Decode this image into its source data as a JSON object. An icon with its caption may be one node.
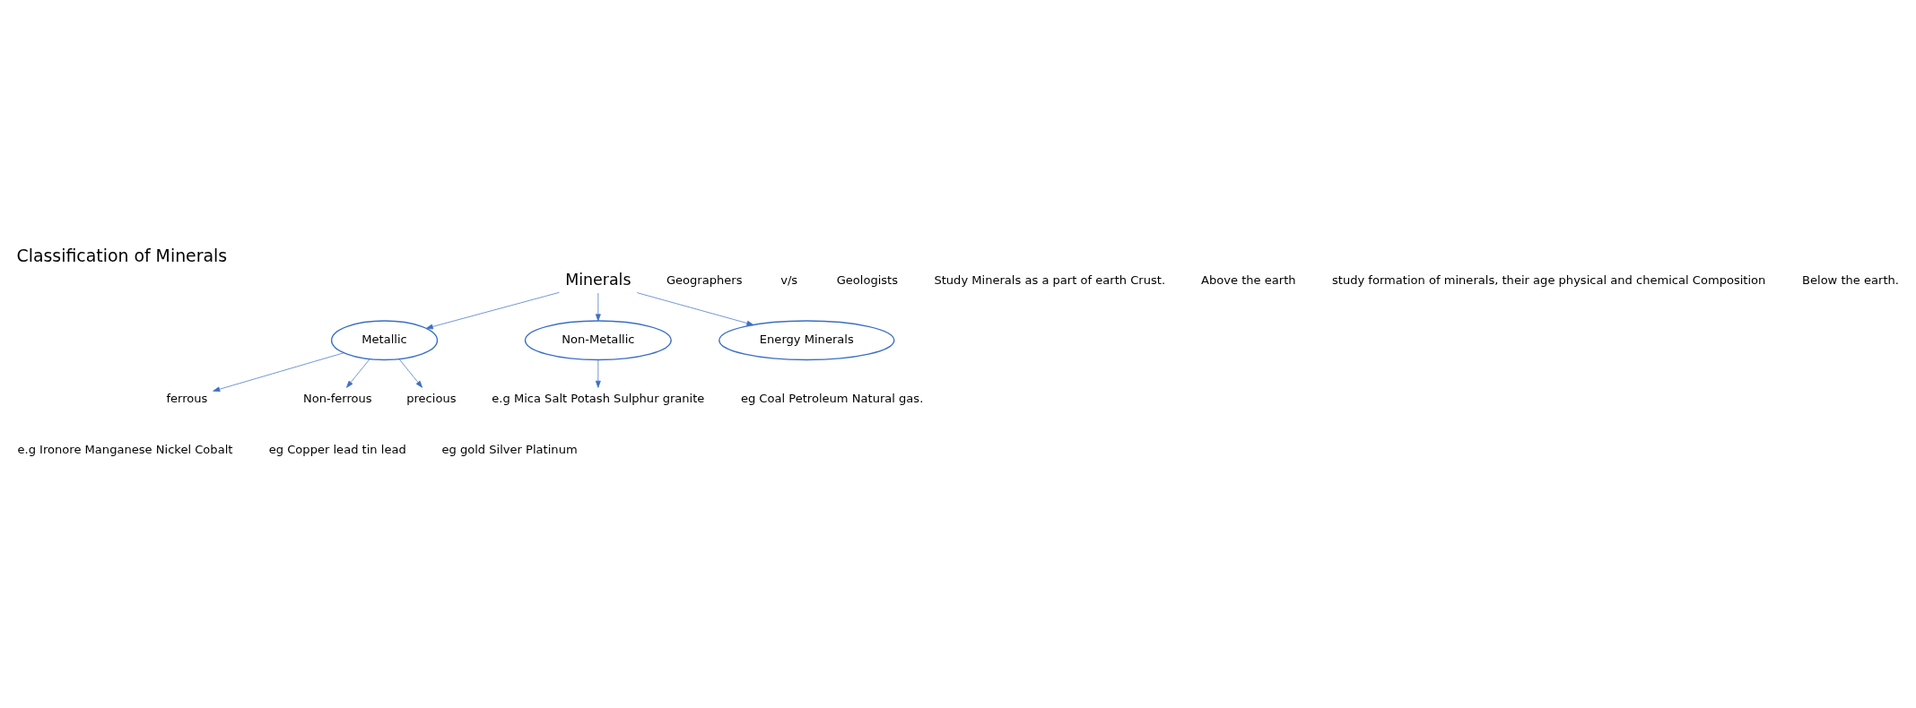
{
  "diagram": {
    "title": "Classification of Minerals",
    "nodes": [
      {
        "text": [
          "Minerals"
        ]
      },
      {
        "text": [
          "Metallic"
        ]
      },
      {
        "text": [
          "Non-Metallic"
        ]
      },
      {
        "text": [
          "Energy Minerals"
        ],
        "beside": [
          "eg Coal Petroleum Natural gas."
        ]
      },
      {
        "text": [
          "ferrous"
        ],
        "beside": [
          "e.g Ironore Manganese Nickel Cobalt"
        ]
      },
      {
        "text": [
          "Non-ferrous"
        ],
        "beside": [
          "eg Copper lead tin lead"
        ]
      },
      {
        "text": [
          "precious"
        ],
        "beside": [
          "eg gold Silver Platinum"
        ]
      },
      {
        "text": [
          "e.g Mica Salt Potash Sulphur granite"
        ]
      }
    ],
    "edges": [
      {
        "from": 0,
        "to": 1,
        "arrow": "to"
      },
      {
        "from": 0,
        "to": 2,
        "arrow": "to"
      },
      {
        "from": 0,
        "to": 3,
        "arrow": "to"
      },
      {
        "from": 1,
        "to": 4,
        "arrow": "to"
      },
      {
        "from": 1,
        "to": 5,
        "arrow": "to"
      },
      {
        "from": 1,
        "to": 6,
        "arrow": "to"
      },
      {
        "from": 2,
        "to": 7,
        "arrow": "to"
      }
    ],
    "labels": [
      "Geographers",
      "v/s",
      "Geologists",
      "Study Minerals as a part of earth Crust.",
      "Above the earth",
      "study formation of minerals, their age physical and chemical Composition",
      "Below the earth."
    ]
  }
}
